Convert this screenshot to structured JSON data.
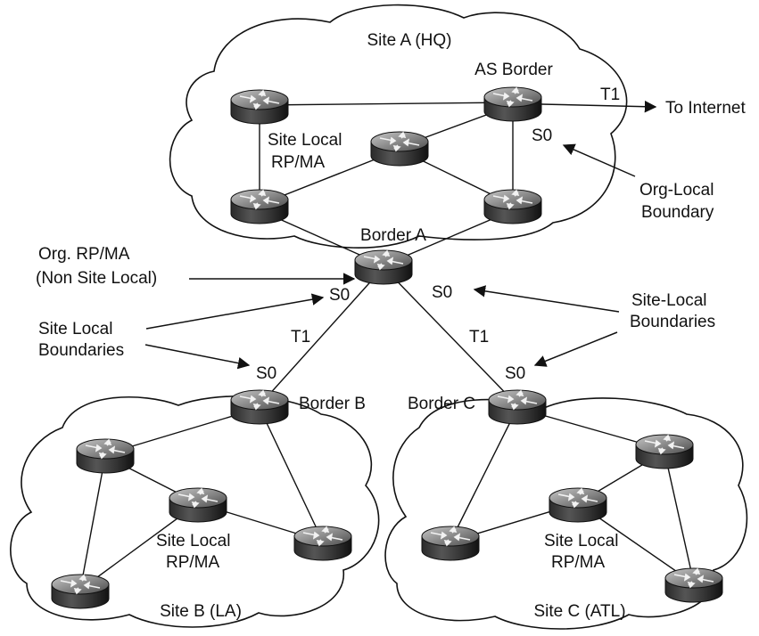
{
  "sites": {
    "a": "Site A (HQ)",
    "b": "Site B (LA)",
    "c": "Site C (ATL)"
  },
  "routers": {
    "as_border": "AS Border",
    "border_a": "Border A",
    "border_b": "Border B",
    "border_c": "Border C"
  },
  "labels": {
    "t1_internet": "T1",
    "to_internet": "To Internet",
    "s0_as_border": "S0",
    "org_local_boundary_line1": "Org-Local",
    "org_local_boundary_line2": "Boundary",
    "site_local_rp_a_line1": "Site Local",
    "site_local_rp_a_line2": "RP/MA",
    "org_rp_line1": "Org. RP/MA",
    "org_rp_line2": "(Non Site Local)",
    "s0_border_a_left": "S0",
    "s0_border_a_right": "S0",
    "site_local_boundaries_left_line1": "Site Local",
    "site_local_boundaries_left_line2": "Boundaries",
    "site_local_boundaries_right_line1": "Site-Local",
    "site_local_boundaries_right_line2": "Boundaries",
    "t1_left": "T1",
    "t1_right": "T1",
    "s0_border_b": "S0",
    "s0_border_c": "S0",
    "site_local_rp_b_line1": "Site Local",
    "site_local_rp_b_line2": "RP/MA",
    "site_local_rp_c_line1": "Site Local",
    "site_local_rp_c_line2": "RP/MA"
  }
}
